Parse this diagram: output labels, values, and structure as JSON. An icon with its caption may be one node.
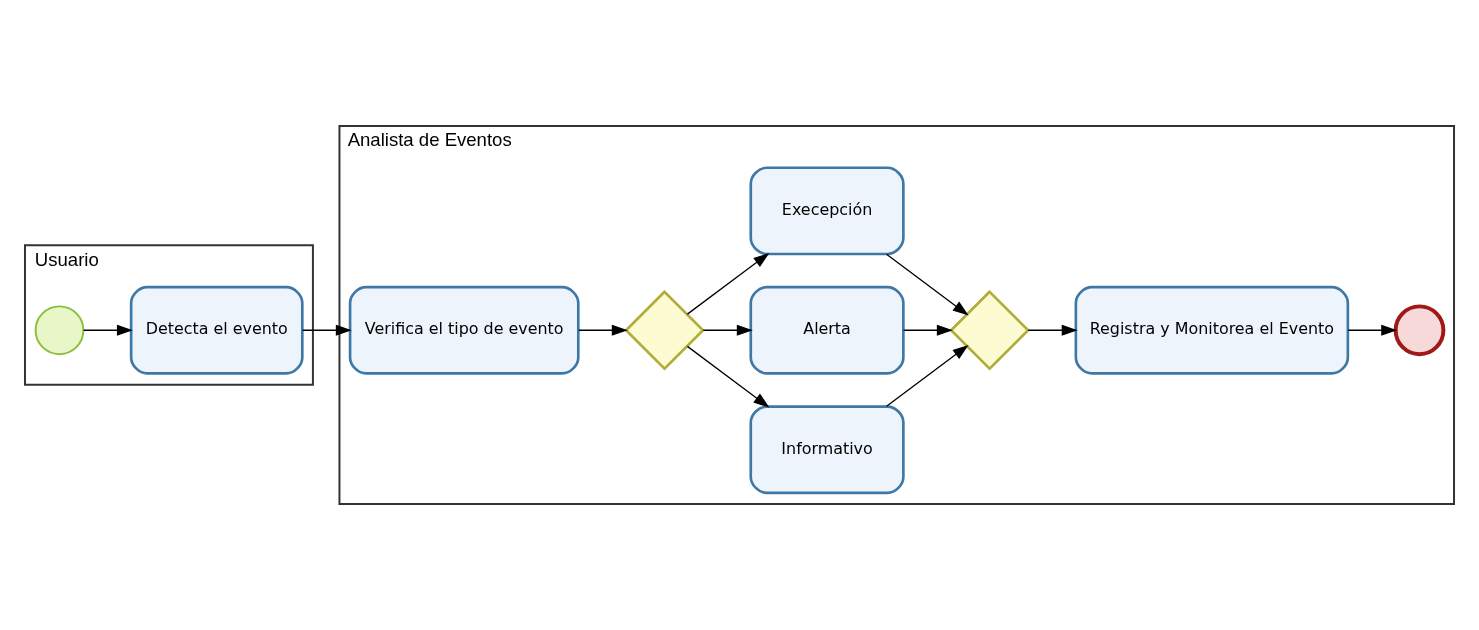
{
  "diagram": {
    "nodes": [
      {
        "text": [
          "Usuario"
        ]
      },
      {
        "text": [],
        "shape": "circle",
        "in": 0
      },
      {
        "text": [
          "Detecta el evento"
        ],
        "in": 0
      },
      {
        "text": [
          "Analista de Eventos"
        ]
      },
      {
        "text": [
          "Verifica el tipo de evento"
        ],
        "in": 3
      },
      {
        "text": [],
        "shape": "diamond",
        "in": 3
      },
      {
        "text": [
          "Informativo"
        ],
        "in": 3
      },
      {
        "text": [
          "Alerta"
        ],
        "in": 3
      },
      {
        "text": [
          "Execepción"
        ],
        "in": 3
      },
      {
        "text": [],
        "shape": "diamond",
        "in": 3
      },
      {
        "text": [
          "Registra y Monitorea el Evento"
        ],
        "in": 3
      },
      {
        "text": [],
        "shape": "circle",
        "in": 3
      }
    ],
    "edges": [
      {
        "from": 1,
        "to": 2,
        "arrow": "to"
      },
      {
        "from": 2,
        "to": 4,
        "arrow": "to"
      },
      {
        "from": 4,
        "to": 5,
        "arrow": "to"
      },
      {
        "from": 5,
        "to": 6,
        "arrow": "to"
      },
      {
        "from": 5,
        "to": 7,
        "arrow": "to"
      },
      {
        "from": 5,
        "to": 8,
        "arrow": "to"
      },
      {
        "from": 6,
        "to": 9,
        "arrow": "to"
      },
      {
        "from": 7,
        "to": 9,
        "arrow": "to"
      },
      {
        "from": 8,
        "to": 9,
        "arrow": "to"
      },
      {
        "from": 9,
        "to": 10,
        "arrow": "to"
      },
      {
        "from": 10,
        "to": 11,
        "arrow": "to"
      }
    ]
  }
}
